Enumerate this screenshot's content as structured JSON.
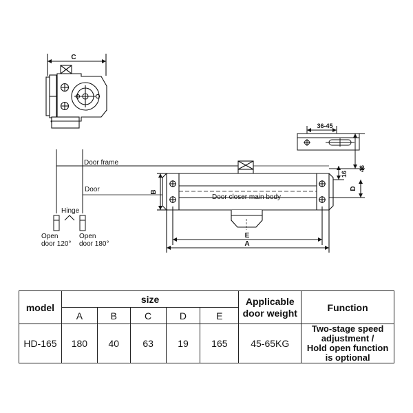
{
  "diagram": {
    "labels": {
      "c": "C",
      "door_frame": "Door frame",
      "door": "Door",
      "hinge": "Hinge",
      "open_120": [
        "Open",
        "door 120°"
      ],
      "open_180": [
        "Open",
        "door 180°"
      ],
      "main_body": "Door closer main body",
      "dim_a": "A",
      "dim_b": "B",
      "dim_d": "D",
      "dim_e": "E",
      "dim_36_45": "36-45",
      "dim_16": "16",
      "dim_46": "46"
    }
  },
  "table": {
    "headers": {
      "model": "model",
      "size": "size",
      "weight": [
        "Applicable",
        "door weight"
      ],
      "function": "Function",
      "size_cols": [
        "A",
        "B",
        "C",
        "D",
        "E"
      ]
    },
    "rows": [
      {
        "model": "HD-165",
        "sizes": [
          "180",
          "40",
          "63",
          "19",
          "165"
        ],
        "weight": "45-65KG",
        "function": [
          "Two-stage speed",
          "adjustment /",
          "Hold open function",
          "is optional"
        ]
      }
    ]
  }
}
